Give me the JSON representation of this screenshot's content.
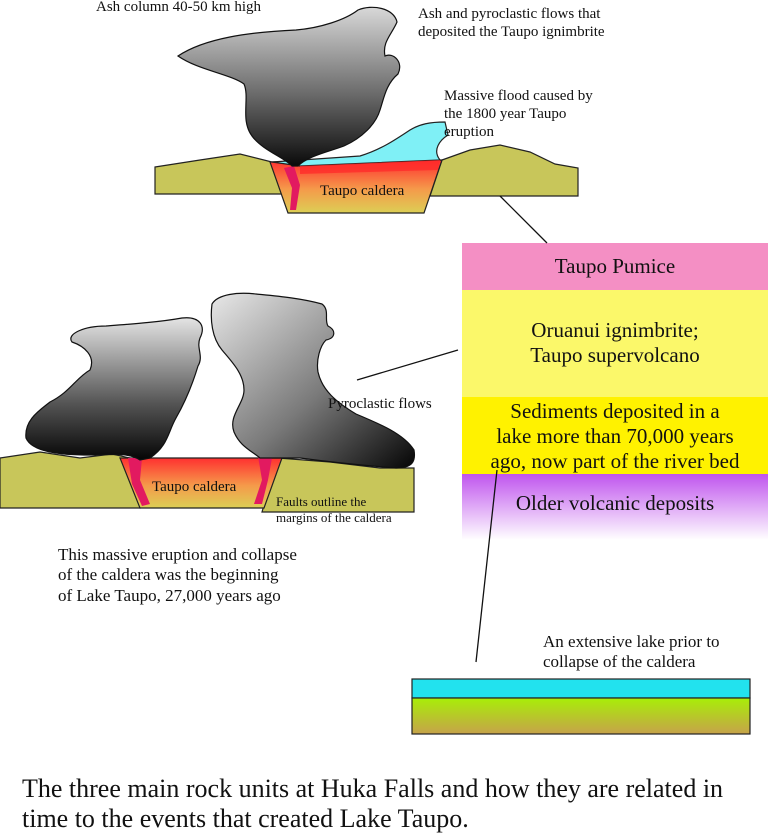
{
  "labels": {
    "ash_column": "Ash column 40-50 km high",
    "ash_flows": [
      "Ash and pyroclastic flows that",
      "deposited the Taupo ignimbrite"
    ],
    "flood": [
      "Massive flood caused by",
      "the 1800 year Taupo",
      "eruption"
    ],
    "caldera_top": "Taupo caldera",
    "caldera_bottom": "Taupo caldera",
    "pyroclastic": "Pyroclastic flows",
    "faults": [
      "Faults outline the",
      "margins of the caldera"
    ],
    "eruption_note": [
      "This massive eruption and collapse",
      "of the caldera was the beginning",
      "of Lake Taupo, 27,000 years ago"
    ],
    "lake_note": [
      "An extensive lake prior to",
      "collapse of the caldera"
    ]
  },
  "layers": [
    {
      "name": "Taupo Pumice",
      "lines": [
        "Taupo Pumice"
      ],
      "color": "#f48fc4"
    },
    {
      "name": "Oruanui ignimbrite",
      "lines": [
        "Oruanui ignimbrite;",
        "Taupo supervolcano"
      ],
      "color": "#fbf86a"
    },
    {
      "name": "Sediments",
      "lines": [
        "Sediments deposited in a",
        "lake more than 70,000 years",
        "ago, now part of the river bed"
      ],
      "color": "#fff200"
    },
    {
      "name": "Older volcanic deposits",
      "lines": [
        "Older volcanic deposits"
      ],
      "color": "#c055ee"
    }
  ],
  "caption": "The three main rock units at Huka Falls and how they are related in time to the events that created Lake Taupo.",
  "colors": {
    "ground": "#c8c65a",
    "water": "#7ff0f6",
    "magma": "#ff3b3b",
    "lake_water": "#22e2ee",
    "lake_sed": "#a8e80a"
  }
}
